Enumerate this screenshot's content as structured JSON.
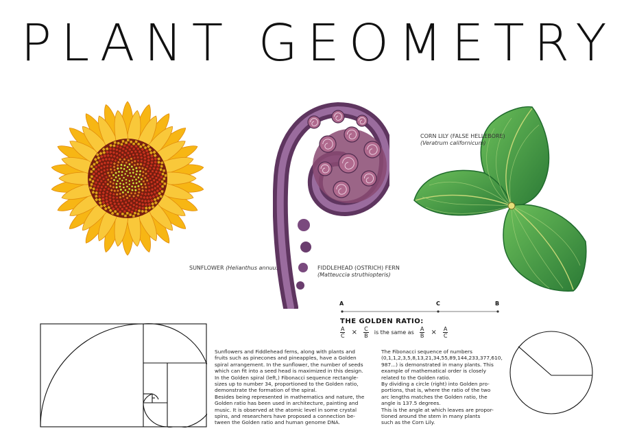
{
  "title": "PLANT GEOMETRY",
  "sunflower": {
    "common": "SUNFLOWER",
    "latin": "(Helianthus annuus)"
  },
  "fern": {
    "common": "FIDDLEHEAD (OSTRICH) FERN",
    "latin": "(Matteuccia struthiopteris)"
  },
  "cornlily": {
    "common": "CORN LILY (FALSE HELLEBORE)",
    "latin": "(Veratrum californicum)"
  },
  "golden": {
    "segment_labels": [
      "A",
      "C",
      "B"
    ],
    "title": "THE GOLDEN RATIO:",
    "eq1": {
      "num": "A",
      "den": "C"
    },
    "eq2": {
      "num": "C",
      "den": "B"
    },
    "same_as": "is the same as",
    "eq3": {
      "num": "A",
      "den": "B"
    },
    "eq4": {
      "num": "A",
      "den": "C"
    },
    "times": "×"
  },
  "text_left": [
    "Sunflowers and Fiddlehead ferns, along with plants and",
    "fruits such as pinecones and pineapples, have a Golden",
    "spiral arrangement.  In the sunflower, the number of seeds",
    "which can fit into a seed head is maximized in this design.",
    "In the Golden spiral (left,) Fibonacci sequence rectangle-",
    "sizes up to number 34, proportioned to the Golden ratio,",
    "demonstrate the formation of the spiral.",
    "Besides being represented in mathematics and nature, the",
    "Golden ratio has been used in architecture, painting and",
    "music. It is observed at the atomic level in some crystal",
    "spins, and researchers have proposed a connection be-",
    "tween the Golden ratio and human genome DNA."
  ],
  "text_right": [
    "The Fibonacci sequence of numbers",
    "(0,1,1,2,3,5,8,13,21,34,55,89,144,233,377,610,",
    "987...) is demonstrated in many plants.  This",
    "example of mathematical order is closely",
    "related to the Golden ratio.",
    "By dividing a circle (right) into Golden pro-",
    "portions, that is, where the ratio of the two",
    "arc lengths matches the Golden ratio, the",
    "angle is 137.5 degrees.",
    "This is the angle at which leaves are propor-",
    "tioned around the stem in many plants",
    "such as the Corn Lily."
  ],
  "colors": {
    "petal": "#f7b614",
    "petal_dark": "#e08a0c",
    "seed_red": "#c8321e",
    "seed_yellow": "#d8e23a",
    "fern": "#7a4a7e",
    "leaf": "#3f9a48",
    "leaf_dark": "#1f6a2c"
  },
  "icons": {
    "sunflower": "sunflower-illustration",
    "fern": "fiddlehead-fern-illustration",
    "cornlily": "corn-lily-illustration",
    "spiral": "golden-spiral-diagram",
    "circle": "golden-angle-circle-diagram"
  }
}
